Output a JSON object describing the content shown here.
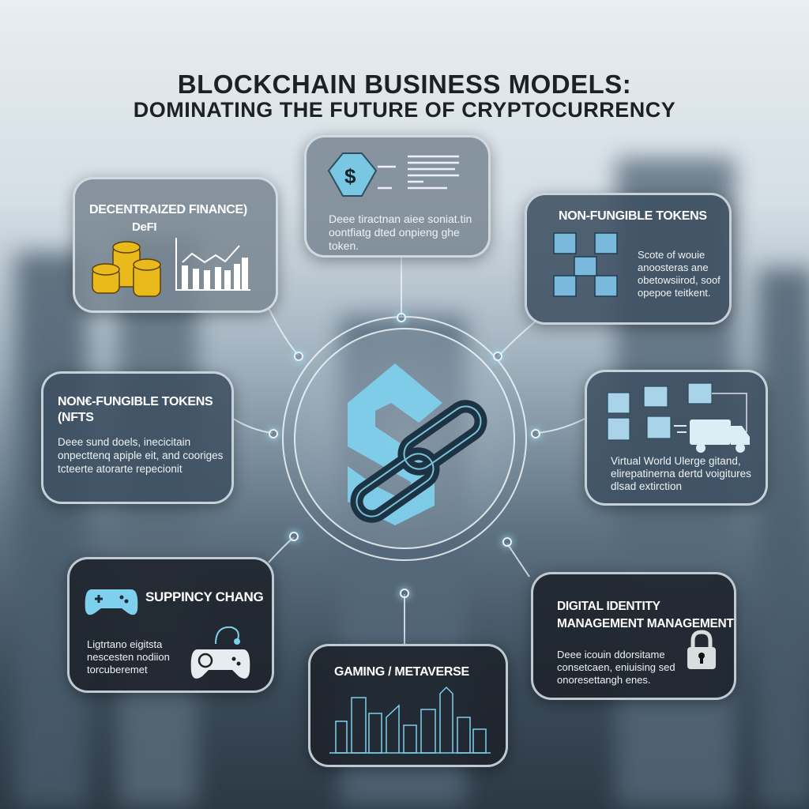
{
  "title": {
    "line1": "BLOCKCHAIN BUSINESS MODELS:",
    "line2": "DOMINATING THE FUTURE OF CRYPTOCURRENCY"
  },
  "boxes": {
    "defi": {
      "heading": "DECENTRAIZED FINANCE)",
      "subheading": "DeFI",
      "icon": "coins-and-chart-icon"
    },
    "top": {
      "body": "Deee tiractnan aiee soniat.tin oontfiatg dted onpieng ghe token.",
      "icon": "dollar-block-icon"
    },
    "nft_right": {
      "heading": "NON-FUNGIBLE TOKENS",
      "body": "Scote of wouie anoosteras ane obetowsiirod, soof opepoe teitkent.",
      "icon": "cube-network-icon"
    },
    "nft_left": {
      "heading": "NON€-FUNGIBLE TOKENS (NFTS",
      "body": "Deee sund doels, inecicitain onpecttenq apiple eit, and cooriges tcteerte atorarte repecionit"
    },
    "virtual": {
      "body": "Virtual World Ulerge gitand, elirepatinerna dertd voigitures dlsad extirction",
      "icon": "cubes-truck-icon"
    },
    "supply": {
      "heading": "SUPPINCY CHANG",
      "body": "Ligtrtano eigitsta nescesten nodiion torcuberemet",
      "icon": "gamepad-icon"
    },
    "gaming": {
      "heading": "GAMING / METAVERSE",
      "icon": "city-skyline-icon"
    },
    "identity": {
      "heading": "DIGITAL IDENTITY MANAGEMENT MANAGEMENT",
      "body": "Deee icouin ddorsitame consetcaen, eniuising sed onoresettangh enes.",
      "icon": "padlock-icon"
    }
  },
  "center": {
    "icon": "s-chain-logo-icon"
  },
  "colors": {
    "accent": "#6ccdea",
    "title": "#1c2126",
    "coin": "#e8b81e"
  }
}
